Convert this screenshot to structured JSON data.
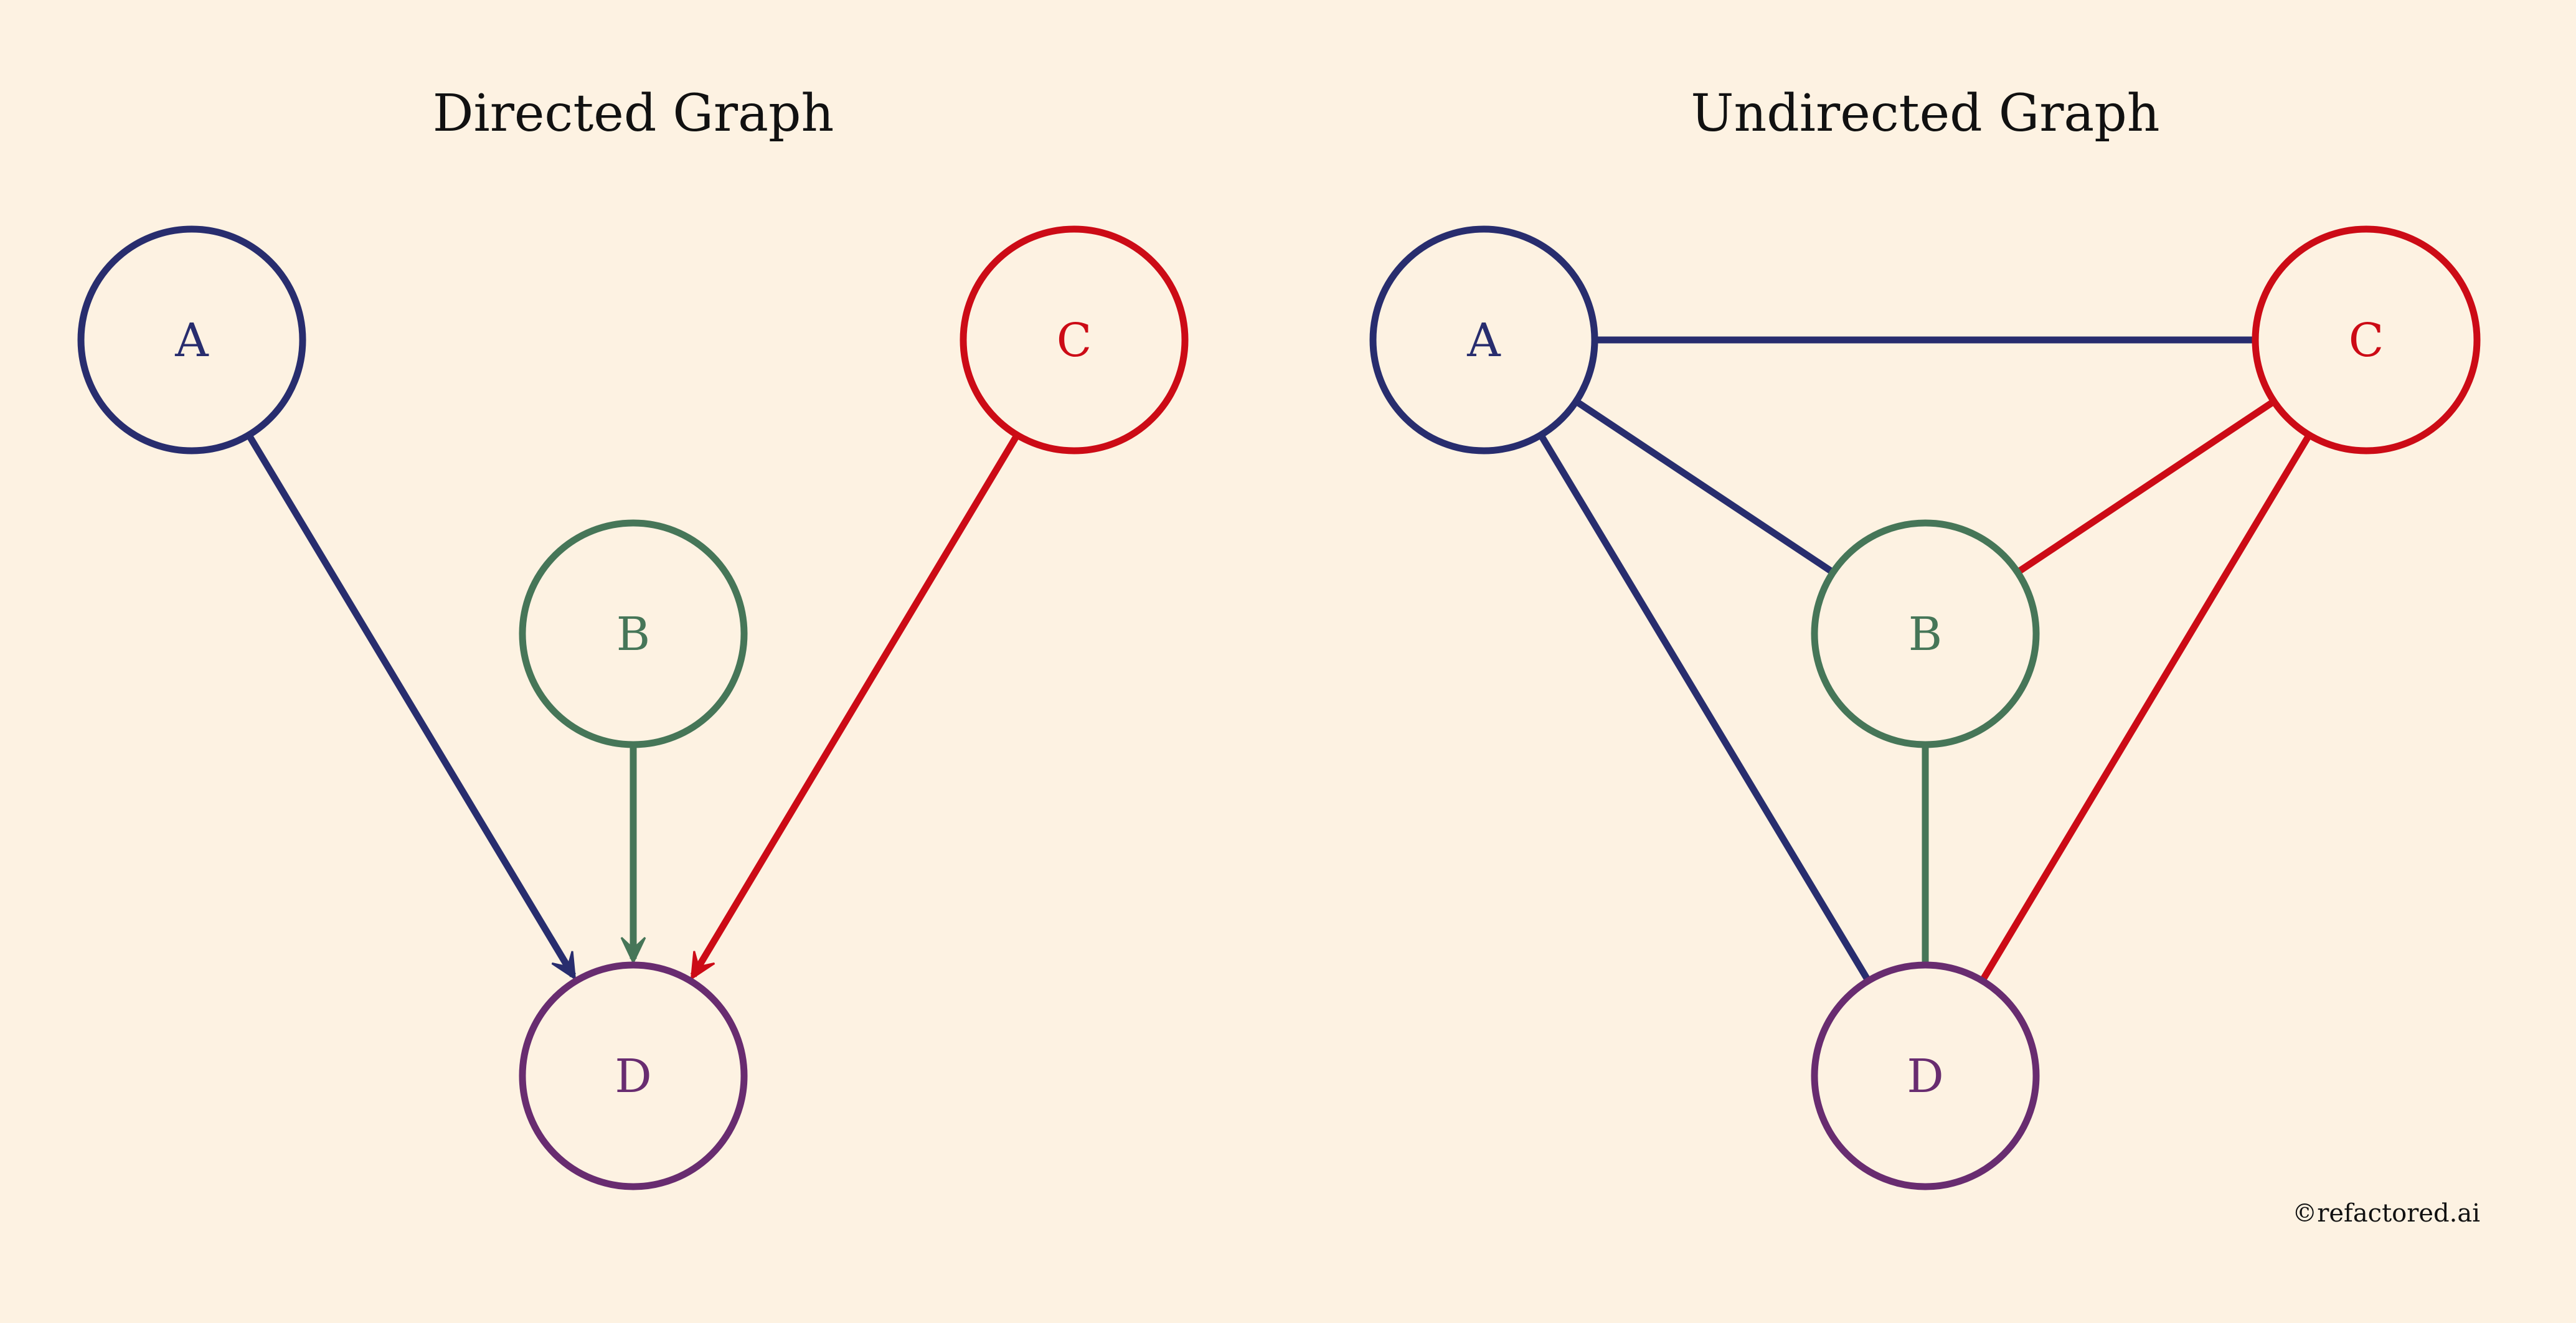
{
  "colors": {
    "background": "#fdf2e2",
    "A": "#282d6e",
    "B": "#467658",
    "C": "#cc0b16",
    "D": "#682c70"
  },
  "directed_graph": {
    "title": "Directed Graph",
    "nodes": [
      {
        "id": "A",
        "label": "A"
      },
      {
        "id": "B",
        "label": "B"
      },
      {
        "id": "C",
        "label": "C"
      },
      {
        "id": "D",
        "label": "D"
      }
    ],
    "edges": [
      {
        "from": "A",
        "to": "D",
        "directed": true
      },
      {
        "from": "B",
        "to": "D",
        "directed": true
      },
      {
        "from": "C",
        "to": "D",
        "directed": true
      }
    ]
  },
  "undirected_graph": {
    "title": "Undirected Graph",
    "nodes": [
      {
        "id": "A",
        "label": "A"
      },
      {
        "id": "B",
        "label": "B"
      },
      {
        "id": "C",
        "label": "C"
      },
      {
        "id": "D",
        "label": "D"
      }
    ],
    "edges": [
      {
        "from": "A",
        "to": "C",
        "directed": false
      },
      {
        "from": "A",
        "to": "B",
        "directed": false
      },
      {
        "from": "A",
        "to": "D",
        "directed": false
      },
      {
        "from": "C",
        "to": "B",
        "directed": false
      },
      {
        "from": "C",
        "to": "D",
        "directed": false
      },
      {
        "from": "B",
        "to": "D",
        "directed": false
      }
    ]
  },
  "credit": "©refactored.ai"
}
